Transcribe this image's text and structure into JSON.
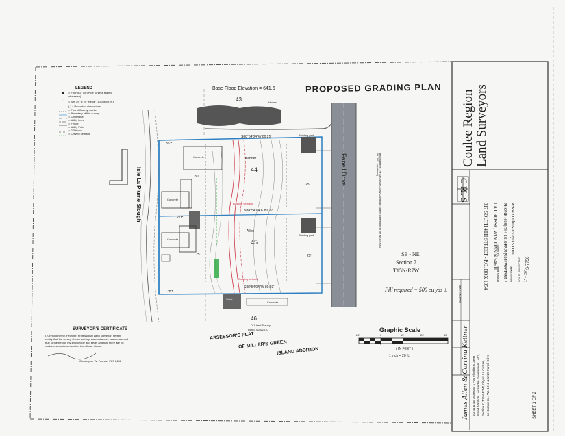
{
  "title": "PROPOSED GRADING PLAN",
  "base_flood": "Base Flood Elevation = 641.6",
  "lot_labels": {
    "n43": "43",
    "n44": "44",
    "n45": "45",
    "n46": "46"
  },
  "street": "Fanell Drive",
  "slough": "Isle La Plume Slough",
  "section": {
    "line1": "SE - NE",
    "line2": "Section 7",
    "line3": "T15N-R7W"
  },
  "fill_required": "Fill required = 500 cu yds ±",
  "assessor": {
    "line1": "ASSESSOR'S PLAT",
    "line2": "OF MILLER'S GREEN",
    "line3": "ISLAND ADDITION"
  },
  "survey_note": {
    "line1": "D.J. Kerl Survey",
    "line2": "Dated 4/28/2010"
  },
  "bearings": {
    "top": "S88°54'04\"W 80.25'",
    "mid": "N88°54'04\"E 80.77'",
    "bottom": "S88°54'04\"W 80.93'"
  },
  "owners": {
    "kettner": "Kettner",
    "allen": "Allen"
  },
  "labels": {
    "house": "House",
    "concrete": "Concrete",
    "shed": "Shed",
    "building_pad": "Building pad",
    "building_setback": "Building setback",
    "dist_35": "35'±",
    "dist_30": "30'",
    "dist_25": "25'",
    "dist_27": "27'±",
    "dist_28": "28'±"
  },
  "graphic_scale": {
    "title": "Graphic Scale",
    "ticks": [
      "20'",
      "0",
      "10'",
      "20'",
      "40'"
    ],
    "unit": "( IN FEET )",
    "ratio": "1 inch = 20 ft."
  },
  "legend": {
    "title": "LEGEND",
    "items": [
      "= Found 1\" Iron Pipe (unless stated otherwise)",
      "= Set 3/4\" x 20\" Rebar (1.50 lb/lin. ft.)",
      "( ) = Recorded dimensions",
      "= Found County marker",
      "= Boundary of this survey",
      "= Centerline",
      "= Utility lines",
      "= Fence",
      "= Utility Pole",
      "= 2/3 fence",
      "= OHWM setback"
    ]
  },
  "certificate": {
    "title": "SURVEYOR'S CERTIFICATE",
    "body": [
      "I, Christopher W. Fechner, Professional Land Surveyor, hereby",
      "certify that the survey shown and represented above is accurate and",
      "true to the best of my knowledge and belief and that there are no",
      "visible encroachments other than those shown."
    ],
    "signature": "Christopher W. Fechner PLS 2448"
  },
  "note_bearing": "Bearing Basis: The La Crosse County Coordinate System Referenced to the WCCS NAD 83 (2011 Adjustment)",
  "company": {
    "cr": "C R",
    "ls": "L S",
    "name1": "Coulee Region",
    "name2": "Land Surveyors",
    "address1": "917 SOUTH 4TH STREET - P.O. BOX 1954",
    "address2": "LA CROSSE, WISCONSIN 54601",
    "phone": "PHONE (608) 784-1818  FAX (608) 784-1488",
    "web": "www.couleesurveyors.com"
  },
  "survey_for": {
    "label": "SURVEY FOR",
    "client": "James Allen & Corrina Kettner",
    "desc": [
      "Lot 44 & 45, Assessor's Plat of Miller's Green",
      "Island Addition, Located in Government Lot 2,",
      "Section 7, T15N-R7W, City of La Crosse,",
      "La Crosse Co., WI.  1916 & 1920 Fanell Drive"
    ]
  },
  "title_block": {
    "drawn_by": "DRAWN BY:",
    "drawn_val": "CF TS",
    "date_lbl": "DATE:",
    "date_val": "4/8/2021",
    "revised": "REVISED BY:",
    "revised_date": "DATE:",
    "scale_lbl": "SCALE:",
    "scale_val": "1\" = 20'",
    "project_lbl": "PROJECT NO.",
    "project_val": "S-7756",
    "file_lbl": "FILE NAME:",
    "file_val": "RC BW",
    "sheet": "SHEET  1  OF  2"
  },
  "colors": {
    "paper": "#f6f6f4",
    "ink": "#222222",
    "boundary": "#2d7fc1",
    "contour": "#cc3344",
    "fill": "#33aa44",
    "road": "#8a8f97"
  }
}
